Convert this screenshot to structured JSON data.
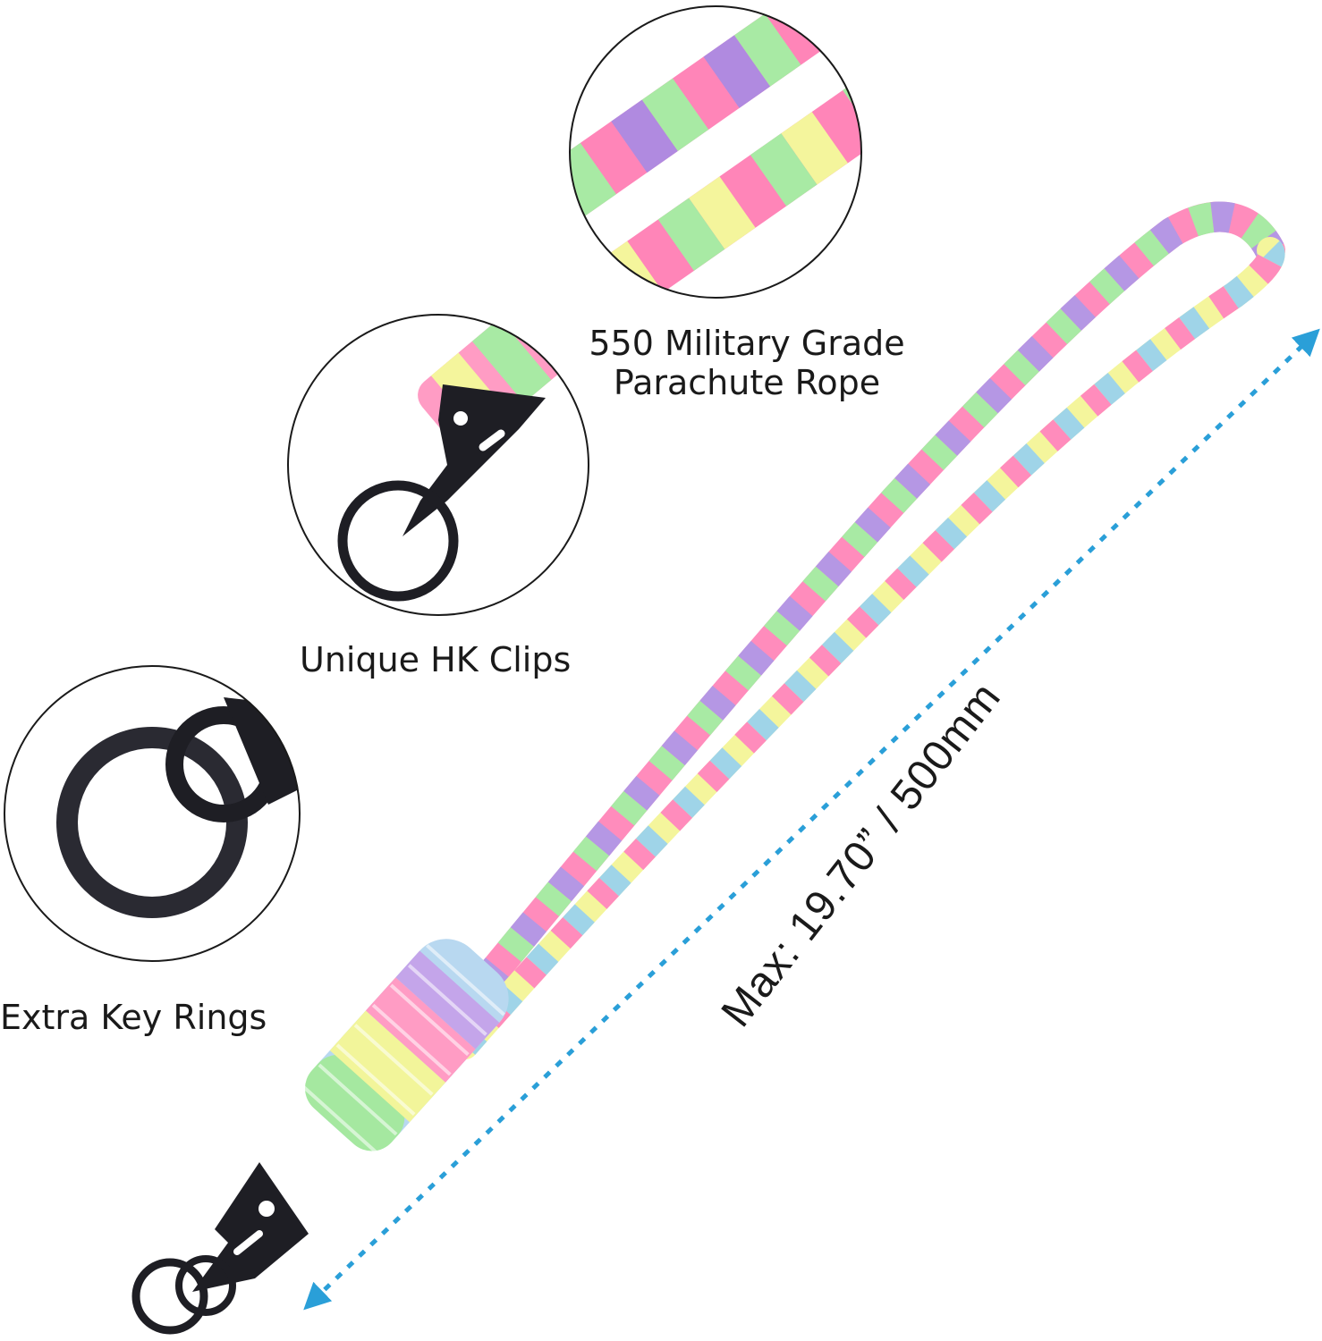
{
  "captions": {
    "rope_line1": "550 Military Grade",
    "rope_line2": "Parachute Rope",
    "clips": "Unique HK Clips",
    "rings": "Extra Key Rings"
  },
  "measurement": {
    "label": "Max: 19.70” / 500mm"
  },
  "colors": {
    "arrow": "#2a9fd8",
    "pink": "#ff7fb0",
    "purple": "#b08ae0",
    "green": "#a5e8a0",
    "yellow": "#f2f59a",
    "blue": "#9fd4e8",
    "metal": "#1e1e24"
  },
  "icons": {
    "clip": "hk-clip-icon",
    "ring": "key-ring-icon",
    "arrow": "double-arrow-icon"
  }
}
